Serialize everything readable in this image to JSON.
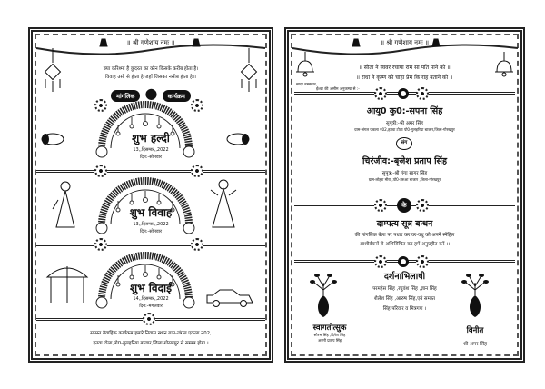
{
  "left_card": {
    "invocation": "॥ श्री गणेशाय नमः ॥",
    "couplet": [
      "क्या करिश्मा है कुदरत का कौन किसके करीब होता है।",
      "विवाह उसी से होता है जहाँ जिसका नसीब होता है।।"
    ],
    "program_label": [
      "मांगलिक",
      "कार्यक्रम"
    ],
    "events": [
      {
        "title": "शुभ हल्दी",
        "date": "13,,दिसम्बर,,2022",
        "day": "दिन:-सोमवार"
      },
      {
        "title": "शुभ विवाह",
        "date": "13,,दिसम्बर,,2022",
        "day": "दिन:-सोमवार"
      },
      {
        "title": "शुभ विदाई",
        "date": "14,,दिसम्बर,,2022",
        "day": "दिन:-मंगलवार"
      }
    ],
    "venue": [
      "समस्त वैवाहिक कार्यक्रम हमारे निवास स्थान ग्राम-जंगल एकला न02,",
      "हतवा टोला,पो0-गुलहरिया बाजार,जिला-गोरखपुर से सम्पन्न होगा ।"
    ]
  },
  "right_card": {
    "invocation": "॥ श्री गणेशाय नमः ॥",
    "couplet": [
      "॥ सीता ने स्वंवर रचाया राम सा पति पाने को ॥",
      "॥ राधा ने कृष्ण को चाहा प्रेम कि राह बताने को ॥"
    ],
    "greeting": "सादर नमस्कार,",
    "blessing": "ईश्वर की असीम अनुकम्पा से :-",
    "bride": {
      "name": "आयु0 कु0:-सपना सिंह",
      "parent": "सुपुत्री:-श्री अमर सिंह",
      "address": "ग्राम-जंगल एकला न02,हतवा टोला पो0-गुलहरिया बाजार,जिला-गोरखपुर"
    },
    "with": "संग",
    "groom": {
      "name": "चिरंजीव:-बृजेश प्रताप सिंह",
      "parent": "सुपुत्र:-श्री गंगा सागर सिंह",
      "address": "ग्राम-लोहरा मीरा ,पो0-उरुआ बाजार ,जिला-गोरखपुर"
    },
    "of": "के",
    "bond_title": "दाम्पत्य सूत्र बन्धन",
    "bond_text": [
      "की मांगलिक बेला पर पधार कर वर-वधू को अपने स्नेहिल",
      "आशीर्वचनों से अभिसिंचित कर हमें अनुग्रहीत करें ।।"
    ],
    "darshan_title": "दर्शनाभिलाषी",
    "darshan_text": [
      "परमहंस सिंह ,रघुवंश सिंह ,ज्ञान सिंह",
      "शैलेश सिंह ,आरुष सिंह,एवं समस्त",
      "सिंह परिवार व मित्रगण ।"
    ],
    "welcome_title": "स्वागतोत्सुक",
    "welcome_names": [
      "सौरभ सिंह ,दिनेश सिंह",
      "अवनी प्रताप सिंह"
    ],
    "humble_title": "विनीत",
    "humble_name": "श्री अमर सिंह"
  }
}
